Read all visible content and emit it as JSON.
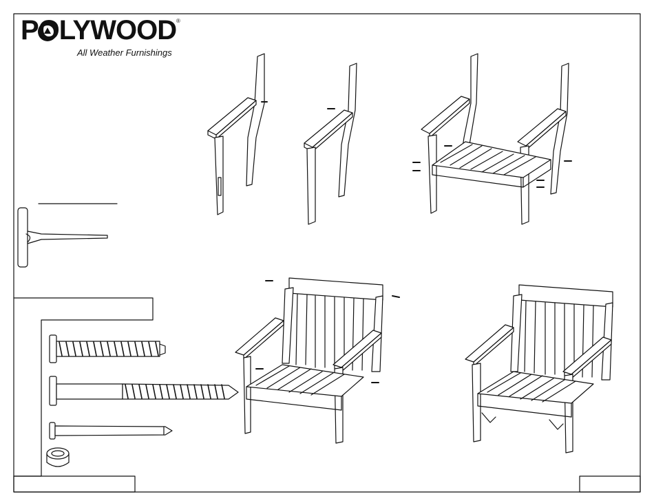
{
  "brand": {
    "name": "POLYWOOD",
    "tagline": "All Weather Furnishings",
    "registered_mark": "®"
  },
  "illustrations": {
    "steps": [
      "side-frame-left",
      "side-frame-right",
      "seat-assembly",
      "back-attachment",
      "completed-chair"
    ],
    "hardware": [
      "long-screw",
      "lag-bolt",
      "short-screw",
      "plug-cap",
      "t-handle-hex-key"
    ]
  }
}
